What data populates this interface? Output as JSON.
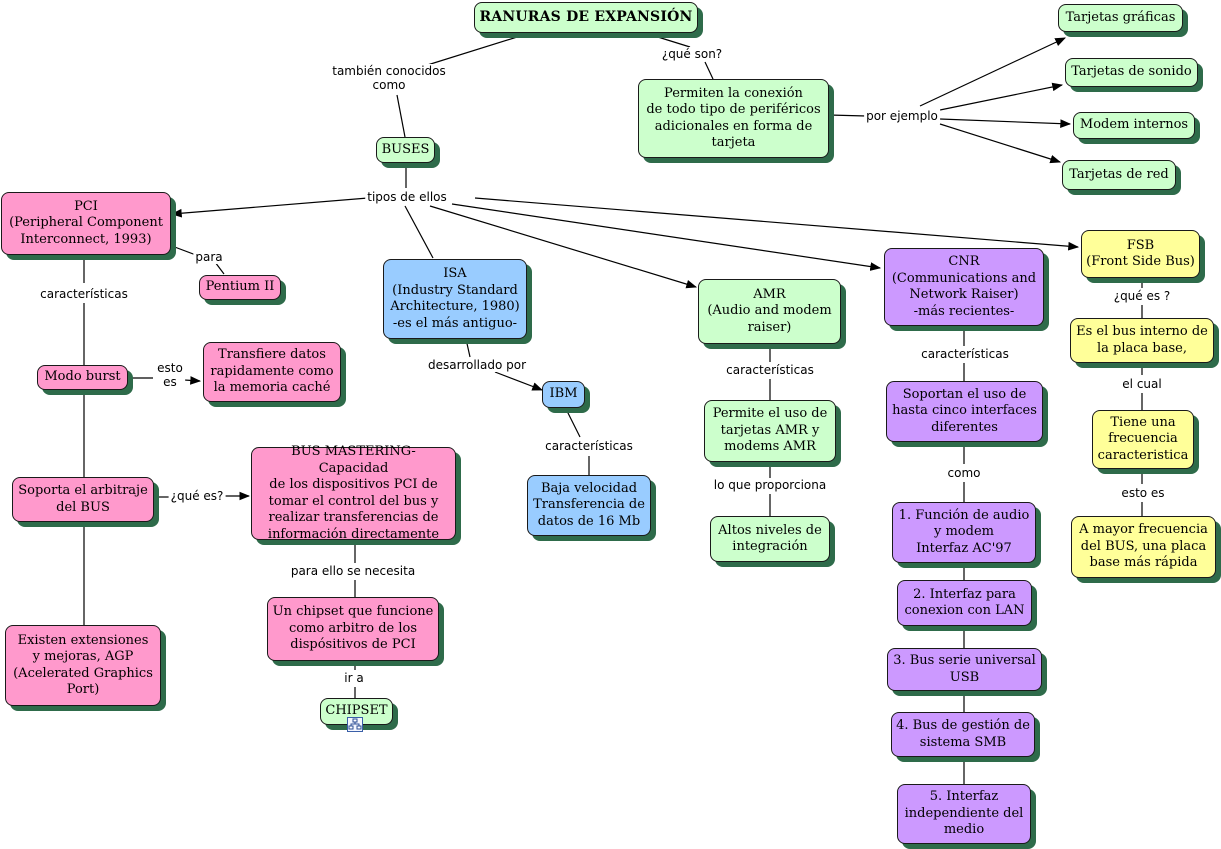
{
  "title": "RANURAS DE EXPANSIÓN",
  "nodes": {
    "buses": "BUSES",
    "definition": "Permiten la conexión\nde todo tipo de periféricos\nadicionales en forma de\ntarjeta",
    "graficas": "Tarjetas gráficas",
    "sonido": "Tarjetas de sonido",
    "modem": "Modem internos",
    "red": "Tarjetas de red",
    "pci": "PCI\n(Peripheral Component\nInterconnect, 1993)",
    "pentium": "Pentium II",
    "modo_burst": "Modo burst",
    "transfiere": "Transfiere datos\nrapidamente como\nla memoria caché",
    "arbitraje": "Soporta el arbitraje\ndel BUS",
    "bus_mastering": "BUS MASTERING- Capacidad\nde los dispositivos PCI de\ntomar el control del bus y\nrealizar transferencias de\ninformación directamente",
    "chipset_funcione": "Un chipset que funcione\ncomo arbitro de los\ndispósitivos de  PCI",
    "chipset": "CHIPSET",
    "extensiones": "Existen extensiones\ny mejoras, AGP\n(Acelerated Graphics\nPort)",
    "isa": "ISA\n(Industry Standard\nArchitecture,  1980)\n-es el más antiguo-",
    "ibm": "IBM",
    "baja_velocidad": "Baja velocidad\nTransferencia de\ndatos de 16 Mb",
    "amr": "AMR\n(Audio and modem\nraiser)",
    "amr_uso": "Permite el uso de\ntarjetas AMR y\nmodems AMR",
    "integracion": "Altos niveles de\nintegración",
    "cnr": "CNR\n(Communications and\nNetwork Raiser)\n-más recientes-",
    "cnr_interfaces": "Soportan el uso de\nhasta cinco interfaces\ndiferentes",
    "cnr_1": "1. Función de audio\ny modem\nInterfaz AC'97",
    "cnr_2": "2. Interfaz para\nconexion con LAN",
    "cnr_3": "3. Bus serie universal\nUSB",
    "cnr_4": "4. Bus de gestión de\nsistema SMB",
    "cnr_5": "5. Interfaz\nindependiente del\nmedio",
    "fsb": "FSB\n(Front Side Bus)",
    "fsb_bus": "Es el bus interno de\nla placa base,",
    "fsb_frecuencia": "Tiene una\nfrecuencia\ncaracteristica",
    "fsb_mayor": "A mayor frecuencia\ndel BUS, una placa\nbase más rápida"
  },
  "labels": {
    "tambien": "también conocidos\ncomo",
    "que_son": "¿qué son?",
    "por_ejemplo": "por ejemplo",
    "tipos": "tipos de ellos",
    "para": "para",
    "caracteristicas_pci": "características",
    "esto_es": "esto\nes",
    "que_es_pci": "¿qué es?",
    "para_ello": "para ello se necesita",
    "ir_a": "ir a",
    "desarrollado": "desarrollado por",
    "caracteristicas_ibm": "características",
    "caracteristicas_amr": "características",
    "proporciona": "lo que proporciona",
    "caracteristicas_cnr": "características",
    "como": "como",
    "que_es_fsb": "¿qué es ?",
    "el_cual": "el cual",
    "esto_es_fsb": "esto es"
  },
  "icons": {
    "chipset_link": "concept-map-link-icon"
  },
  "colors": {
    "green": "#ccffcc",
    "pink": "#ff99cc",
    "blue": "#99ccff",
    "purple": "#cc99ff",
    "yellow": "#ffff99",
    "shadow": "#2e6b4a"
  }
}
